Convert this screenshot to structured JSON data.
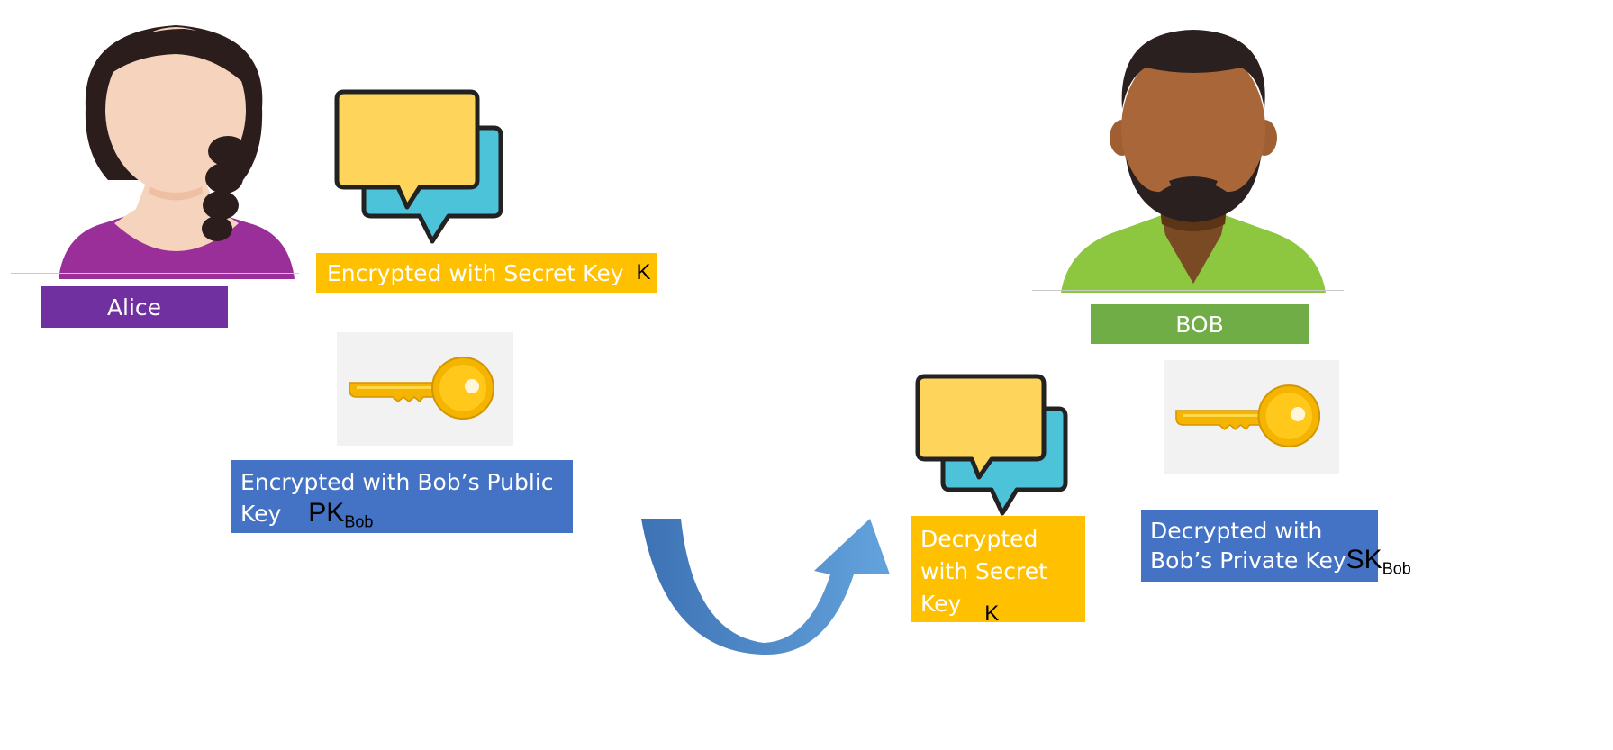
{
  "alice": {
    "name": "Alice",
    "badge_color": "#7030a0"
  },
  "bob": {
    "name": "BOB",
    "badge_color": "#70ad47"
  },
  "alice_message_label": {
    "text": "Encrypted with Secret Key",
    "symbol": "K",
    "color": "#ffc000"
  },
  "alice_key_label": {
    "line1": "Encrypted with Bob’s Public",
    "line2": "Key",
    "symbol": "PK",
    "symbol_sub": "Bob",
    "color": "#4472c4"
  },
  "bob_message_label": {
    "line1": "Decrypted",
    "line2": "with Secret",
    "line3": "Key",
    "symbol": "K",
    "color": "#ffc000"
  },
  "bob_key_label": {
    "line1": "Decrypted with",
    "line2": "Bob’s Private Key",
    "symbol": "SK",
    "symbol_sub": "Bob",
    "color": "#4472c4"
  },
  "icons": [
    "person-alice-icon",
    "person-bob-icon",
    "chat-bubbles-icon",
    "key-icon",
    "curved-arrow-icon"
  ]
}
